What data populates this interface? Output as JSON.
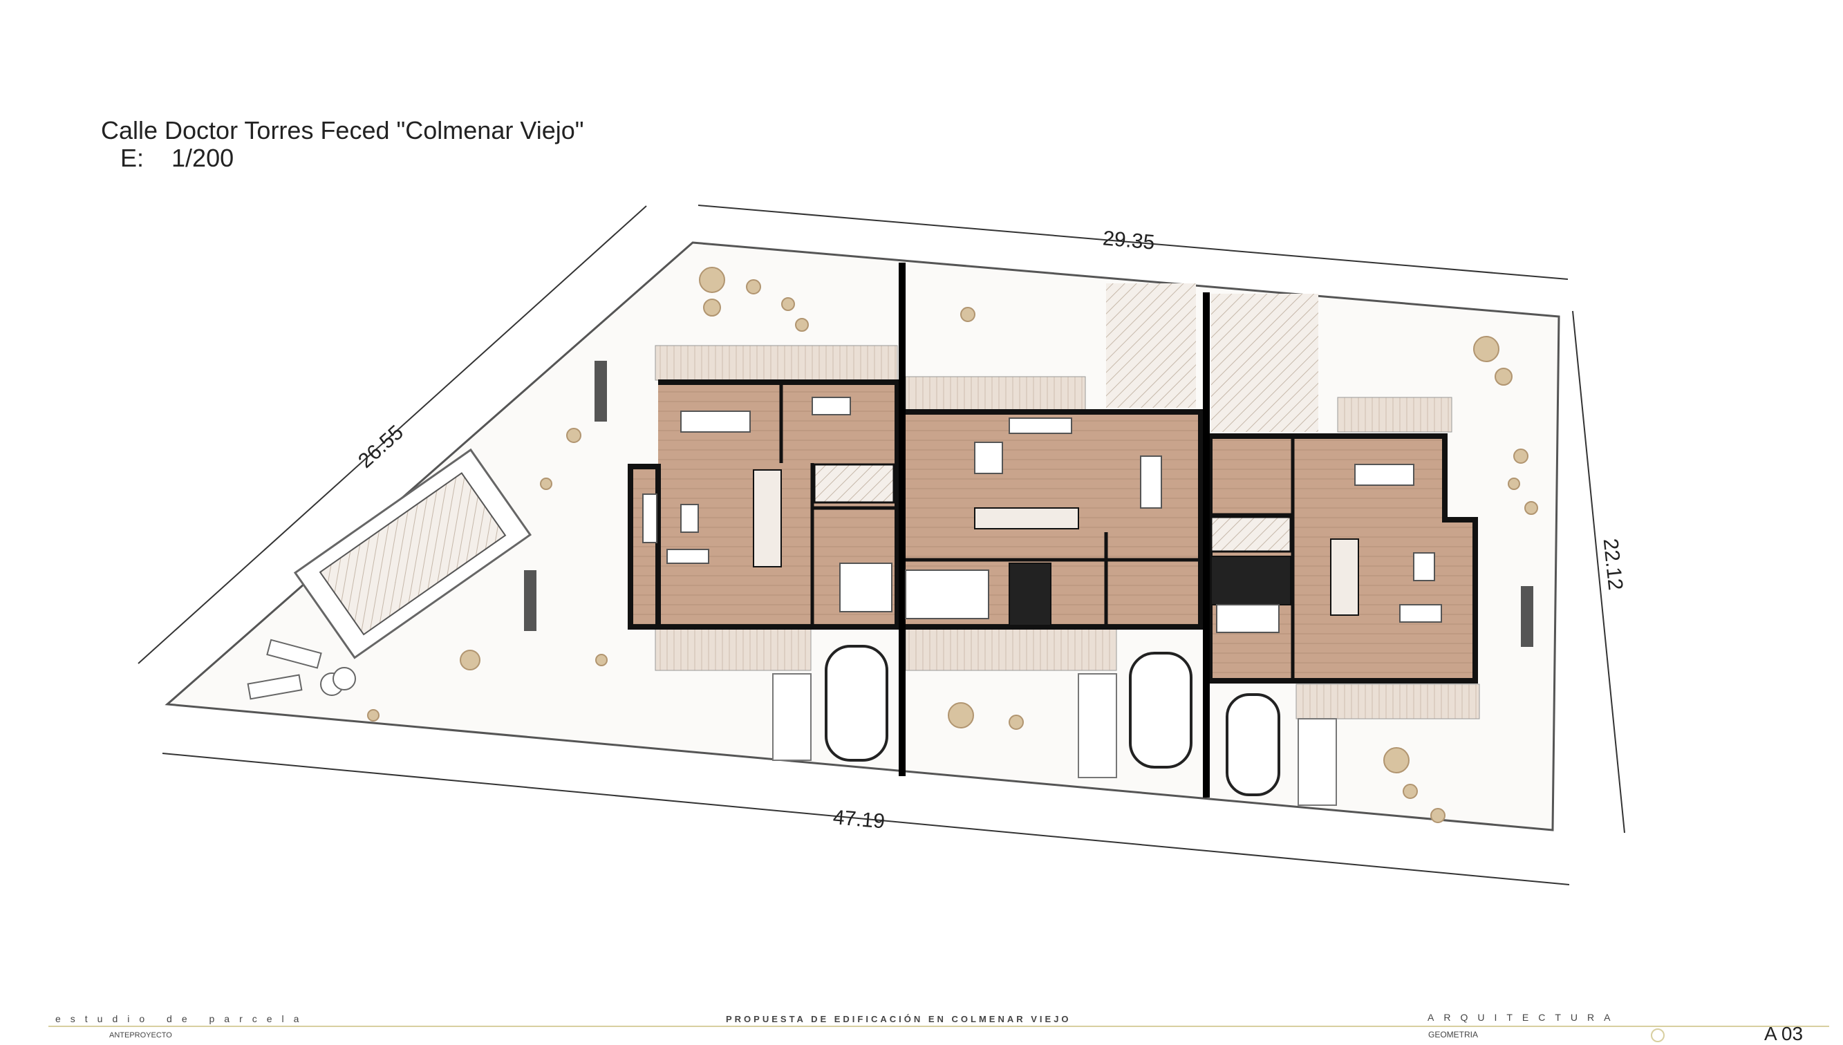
{
  "title": "Calle Doctor Torres Feced \"Colmenar Viejo\"",
  "scale": {
    "label": "E:",
    "value": "1/200"
  },
  "dimensions": {
    "top": "29.35",
    "left": "26.55",
    "right": "22.12",
    "bottom": "47.19"
  },
  "footer": {
    "studio": "estudio de parcela",
    "phase": "ANTEPROYECTO",
    "project": "PROPUESTA DE EDIFICACIÓN EN COLMENAR VIEJO",
    "discipline": "ARQUITECTURA",
    "sheet_topic": "GEOMETRIA",
    "sheet_number": "A 03"
  },
  "colors": {
    "floor": "#c9a48c",
    "wall": "#111111",
    "terrace": "#e8ddd2",
    "vegetation": "#c8b08a"
  }
}
